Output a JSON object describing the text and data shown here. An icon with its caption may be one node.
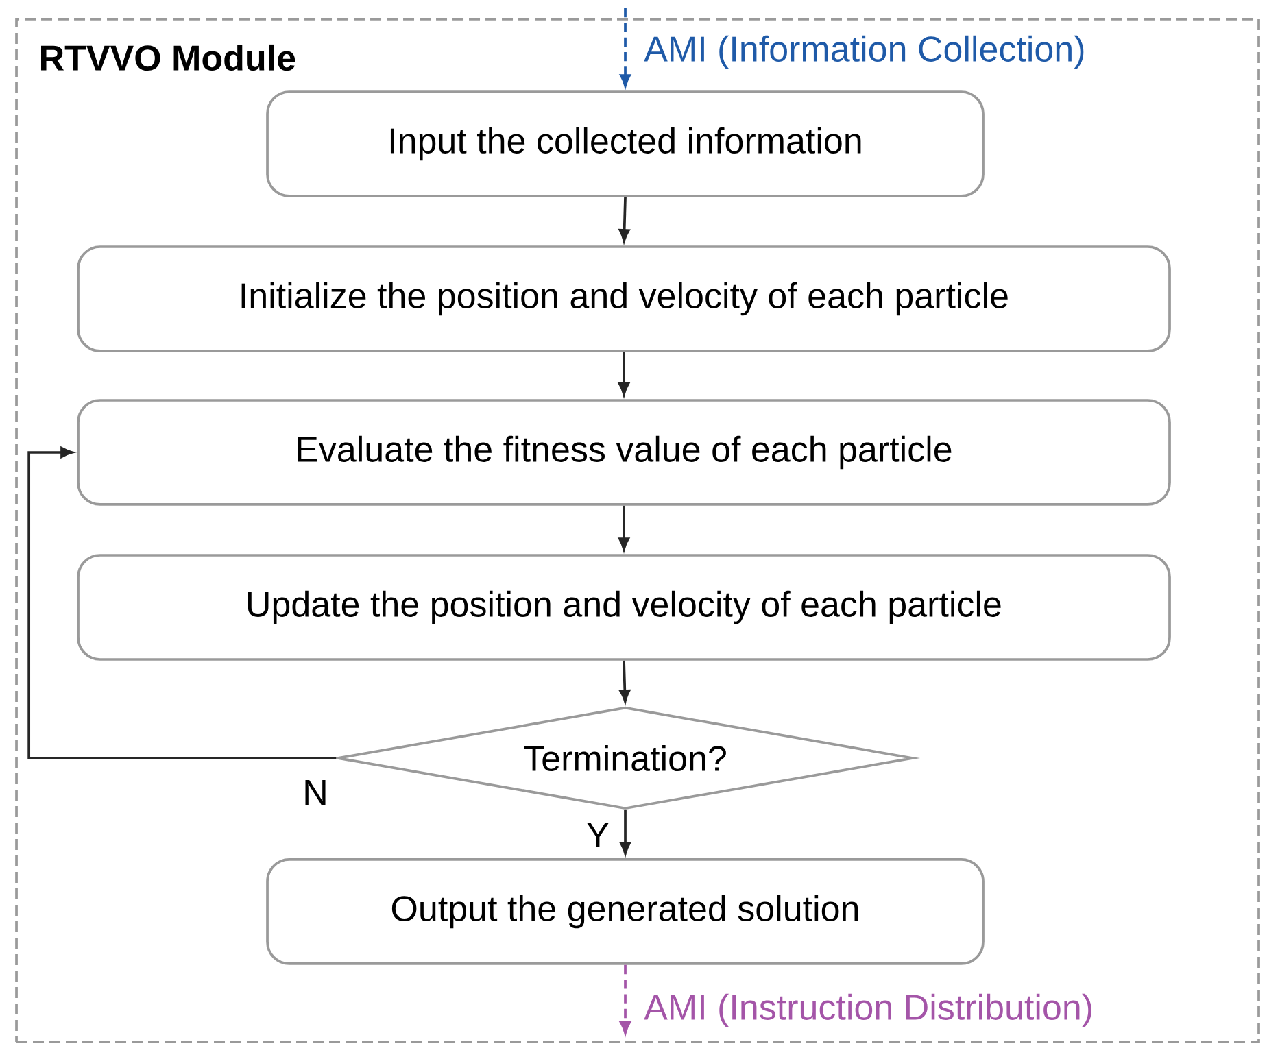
{
  "diagram": {
    "nodes": [
      {
        "text": [
          "RTVVO Module"
        ]
      },
      {
        "text": [
          "Input the collected information"
        ],
        "in": 0
      },
      {
        "text": [
          "Initialize the position and velocity of each particle"
        ],
        "in": 0
      },
      {
        "text": [
          "Evaluate the fitness value of each particle"
        ],
        "in": 0
      },
      {
        "text": [
          "Update the position and velocity of each particle"
        ],
        "in": 0
      },
      {
        "text": [
          "Termination?"
        ],
        "in": 0
      },
      {
        "text": [
          "Output the generated solution"
        ],
        "in": 0
      }
    ],
    "edges": [
      {
        "from": null,
        "to": 1,
        "arrow": "to",
        "style": "dashed",
        "color": "#1f5aa8",
        "label": "AMI (Information Collection)"
      },
      {
        "from": 1,
        "to": 2,
        "arrow": "to"
      },
      {
        "from": 2,
        "to": 3,
        "arrow": "to"
      },
      {
        "from": 3,
        "to": 4,
        "arrow": "to"
      },
      {
        "from": 4,
        "to": 5,
        "arrow": "to"
      },
      {
        "from": 5,
        "to": 3,
        "arrow": "to",
        "label": "N"
      },
      {
        "from": 5,
        "to": 6,
        "arrow": "to",
        "label": "Y"
      },
      {
        "from": 6,
        "to": null,
        "arrow": "to",
        "style": "dashed",
        "color": "#a455a8",
        "label": "AMI (Instruction Distribution)"
      }
    ]
  }
}
